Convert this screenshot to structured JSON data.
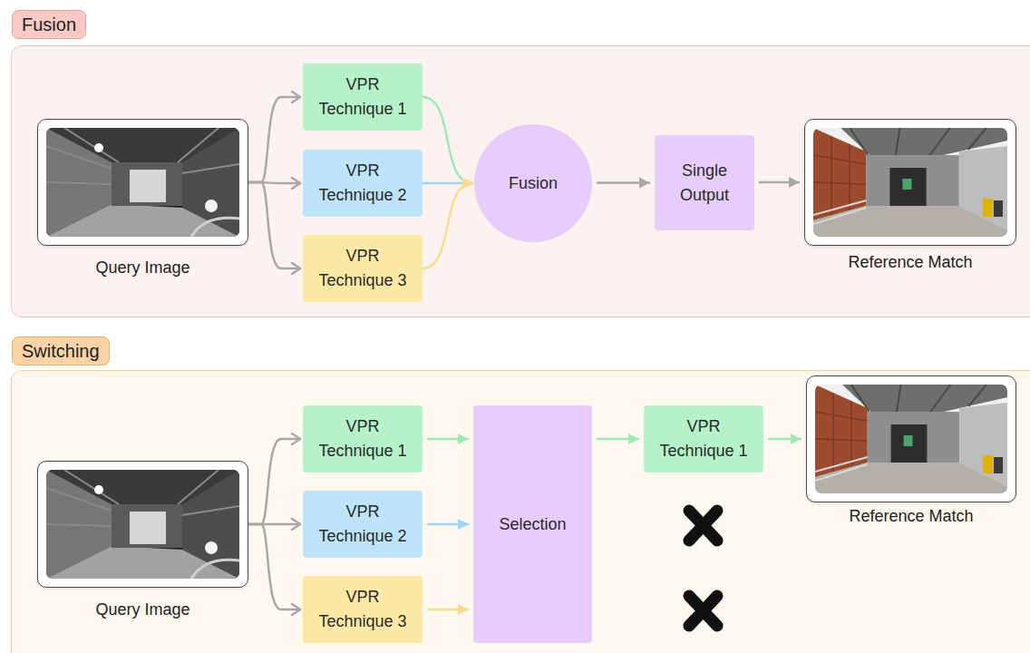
{
  "diagram": {
    "nodes": [
      {
        "text": [
          "Fusion"
        ]
      },
      {
        "text": [
          "Query Image"
        ],
        "in": 0
      },
      {
        "text": [
          "VPR Technique 1"
        ],
        "in": 0
      },
      {
        "text": [
          "VPR Technique 2"
        ],
        "in": 0
      },
      {
        "text": [
          "VPR Technique 3"
        ],
        "in": 0
      },
      {
        "text": [
          "Fusion"
        ],
        "in": 0
      },
      {
        "text": [
          "Single Output"
        ],
        "in": 0
      },
      {
        "text": [
          "Reference Match"
        ],
        "in": 0
      },
      {
        "text": [
          "Switching"
        ]
      },
      {
        "text": [
          "Query Image"
        ],
        "in": 8
      },
      {
        "text": [
          "VPR Technique 1"
        ],
        "in": 8
      },
      {
        "text": [
          "VPR Technique 2"
        ],
        "in": 8
      },
      {
        "text": [
          "VPR Technique 3"
        ],
        "in": 8
      },
      {
        "text": [
          "Selection"
        ],
        "in": 8
      },
      {
        "text": [
          "VPR Technique 1"
        ],
        "in": 8
      },
      {
        "text": [
          "Reference Match"
        ],
        "in": 8
      }
    ],
    "edges": [
      {
        "from": 1,
        "to": 2,
        "arrow": "to"
      },
      {
        "from": 1,
        "to": 3,
        "arrow": "to"
      },
      {
        "from": 1,
        "to": 4,
        "arrow": "to"
      },
      {
        "from": 2,
        "to": 5,
        "arrow": "to"
      },
      {
        "from": 3,
        "to": 5,
        "arrow": "to"
      },
      {
        "from": 4,
        "to": 5,
        "arrow": "to"
      },
      {
        "from": 5,
        "to": 6,
        "arrow": "to"
      },
      {
        "from": 6,
        "to": 7,
        "arrow": "to"
      },
      {
        "from": 9,
        "to": 10,
        "arrow": "to"
      },
      {
        "from": 9,
        "to": 11,
        "arrow": "to"
      },
      {
        "from": 9,
        "to": 12,
        "arrow": "to"
      },
      {
        "from": 10,
        "to": 13,
        "arrow": "to"
      },
      {
        "from": 11,
        "to": 13,
        "arrow": "to"
      },
      {
        "from": 12,
        "to": 13,
        "arrow": "to"
      },
      {
        "from": 13,
        "to": 14,
        "arrow": "to"
      },
      {
        "from": 14,
        "to": 15,
        "arrow": "to"
      }
    ]
  }
}
